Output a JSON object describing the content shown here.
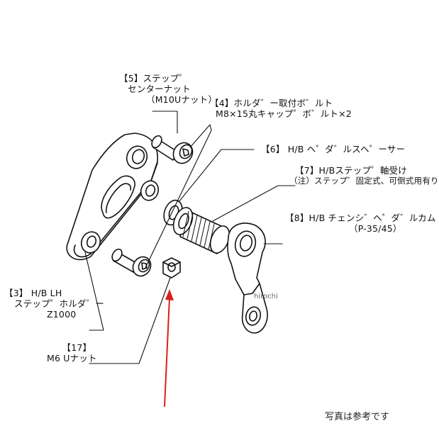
{
  "labels": {
    "p5": {
      "line1": "【5】ステップ゜",
      "line2": "センターナット",
      "line3": "（M10Uナット）"
    },
    "p4": {
      "line1": "【4】ホルダ゛ー取付ボ゛ルト",
      "line2": "M8×15丸キャップ゜ボ゛ルト×2"
    },
    "p6": {
      "line1": "【6】 H/B ヘ゜ダ゛ルスヘ゜ーサー"
    },
    "p7": {
      "line1": "【7】H/Bステップ゜軸受け",
      "line2": "（注）ステップ゜固定式、可倒式用有り"
    },
    "p8": {
      "line1": "【8】H/B チェンシ゛ヘ゜ダ゛ルカム",
      "line2": "（P-35/45）"
    },
    "p3": {
      "line1": "【3】 H/B LH",
      "line2": "ステップ゜ホルダ゛ー",
      "line3": "Z1000"
    },
    "p17": {
      "line1": "【17】",
      "line2": "M6 Uナット"
    }
  },
  "watermark": "hirochi",
  "footnote": "写真は参考です",
  "colors": {
    "line": "#111111",
    "arrow": "#d9201c",
    "fill": "#ffffff"
  }
}
